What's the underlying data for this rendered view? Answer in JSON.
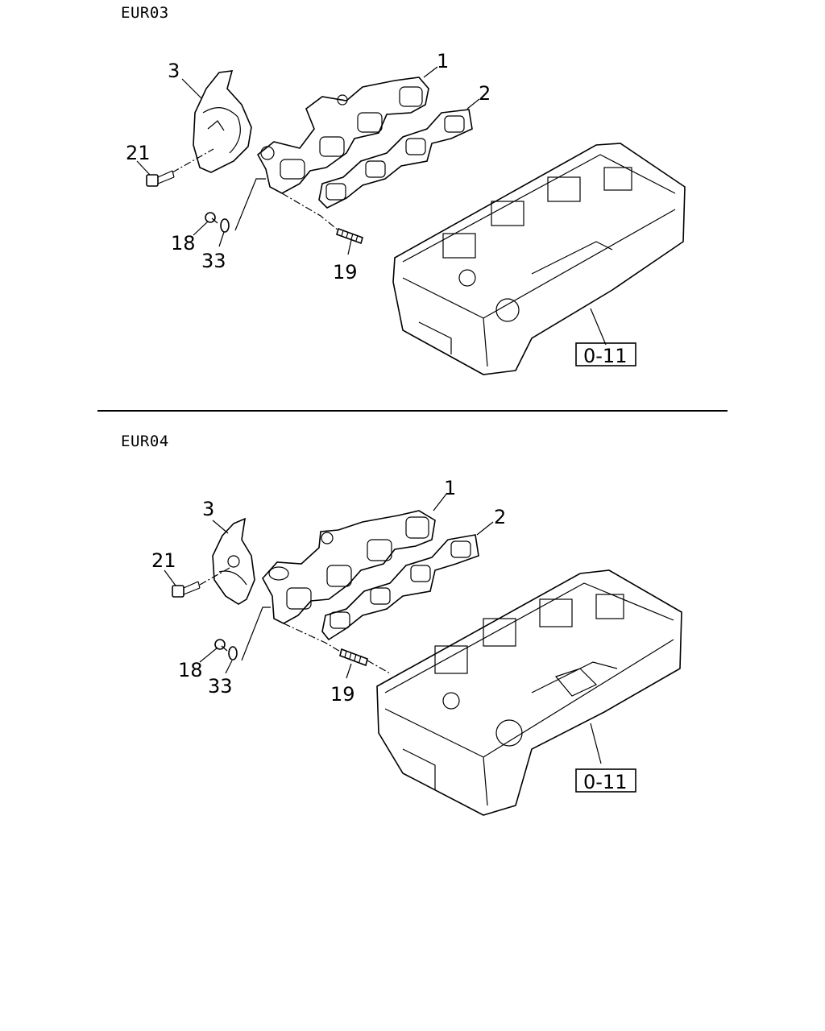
{
  "sections": [
    {
      "title": "EUR03",
      "callouts": {
        "c1": "1",
        "c2": "2",
        "c3": "3",
        "c21": "21",
        "c18": "18",
        "c33": "33",
        "c19": "19"
      },
      "ref": "0-11"
    },
    {
      "title": "EUR04",
      "callouts": {
        "c1": "1",
        "c2": "2",
        "c3": "3",
        "c21": "21",
        "c18": "18",
        "c33": "33",
        "c19": "19"
      },
      "ref": "0-11"
    }
  ]
}
